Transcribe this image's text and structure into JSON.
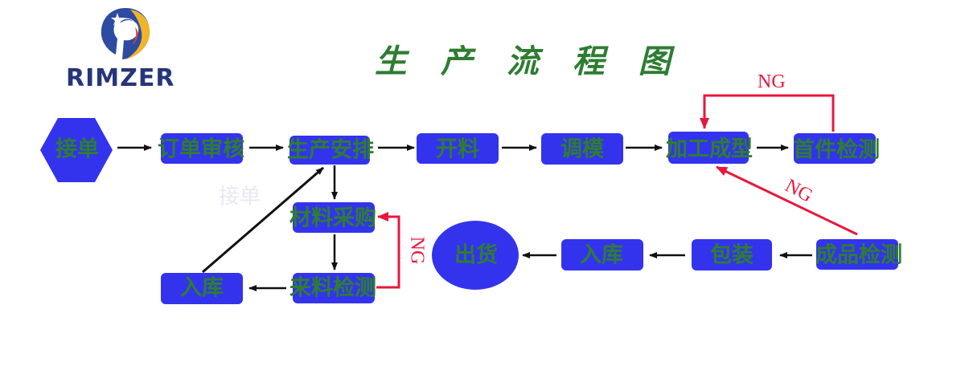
{
  "logo": {
    "text": "RIMZER"
  },
  "title": "生 产 流 程 图",
  "watermark": "接单",
  "colors": {
    "box": "#3333ee",
    "label": "#2e7d32",
    "arrow": "#111111",
    "ng": "#e8173c",
    "brand": "#27357a"
  },
  "nodes": {
    "receive_order": "接单",
    "order_review": "订单审核",
    "production_schedule": "生产安排",
    "cutting": "开料",
    "mold_adjust": "调模",
    "forming": "加工成型",
    "first_inspection": "首件检测",
    "material_purchase": "材料采购",
    "incoming_inspection": "来料检测",
    "material_storage": "入库",
    "finished_inspection": "成品检测",
    "packaging": "包装",
    "product_storage": "入库",
    "shipping": "出货"
  },
  "ng_labels": {
    "first_inspection_to_forming": "NG",
    "finished_to_forming": "NG",
    "incoming_to_purchase": "NG"
  }
}
